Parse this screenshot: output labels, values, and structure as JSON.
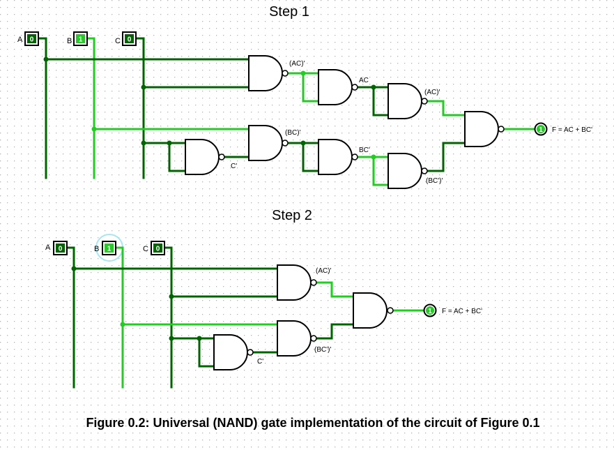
{
  "step1": {
    "title": "Step 1",
    "inputs": [
      {
        "label": "A",
        "value": "0"
      },
      {
        "label": "B",
        "value": "1"
      },
      {
        "label": "C",
        "value": "0"
      }
    ],
    "labels": {
      "ac_bar_1": "(AC)'",
      "ac": "AC",
      "ac_bar_2": "(AC)'",
      "bc_bar_1": "(BC)'",
      "c_bar": "C'",
      "bc": "BC'",
      "bc_bar_2": "(BC')'"
    },
    "output": {
      "value": "1",
      "label": "F = AC + BC'"
    }
  },
  "step2": {
    "title": "Step 2",
    "inputs": [
      {
        "label": "A",
        "value": "0"
      },
      {
        "label": "B",
        "value": "1"
      },
      {
        "label": "C",
        "value": "0"
      }
    ],
    "labels": {
      "ac_bar": "(AC)'",
      "bc_bar": "(BC')'",
      "c_bar": "C'"
    },
    "output": {
      "value": "1",
      "label": "F = AC + BC'"
    }
  },
  "caption": "Figure 0.2: Universal (NAND) gate implementation of the circuit of Figure 0.1",
  "colors": {
    "wire_low": "#006400",
    "wire_high": "#22cc22",
    "grid_dot": "#b4b4b4",
    "selection_ring": "#a8e6f0"
  }
}
